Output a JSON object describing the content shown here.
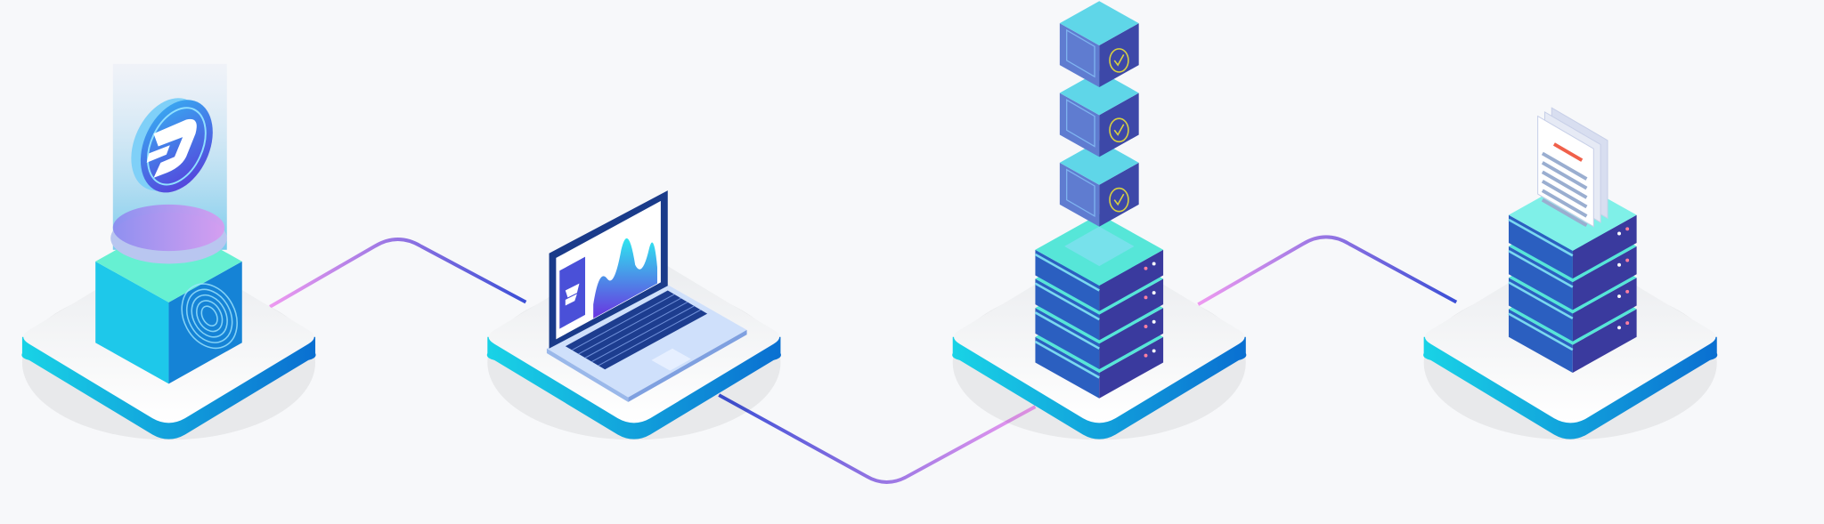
{
  "colors": {
    "background": "#f7f8fa",
    "platform_top": "#f3f4f6",
    "platform_side_start": "#19d3e6",
    "platform_side_end": "#0a6fd1",
    "connector_pink": "#ee9af0",
    "connector_blue": "#3b4fd6",
    "cube_top": "#66f0d2",
    "cube_left": "#1ec8ea",
    "cube_right": "#1583d6",
    "server_left": "#2b5fc0",
    "server_right": "#3a3a9e",
    "server_top": "#56e6d8",
    "block_face": "#3d48a8",
    "block_top": "#5fd6e8",
    "check_color": "#d8d040",
    "document_accent": "#f0604a"
  },
  "nodes": [
    {
      "id": "wallet",
      "icon": "fingerprint-cube-with-dash-coin"
    },
    {
      "id": "analytics",
      "icon": "laptop-with-chart"
    },
    {
      "id": "blockchain",
      "icon": "server-with-verified-blocks"
    },
    {
      "id": "records",
      "icon": "server-with-documents"
    }
  ]
}
